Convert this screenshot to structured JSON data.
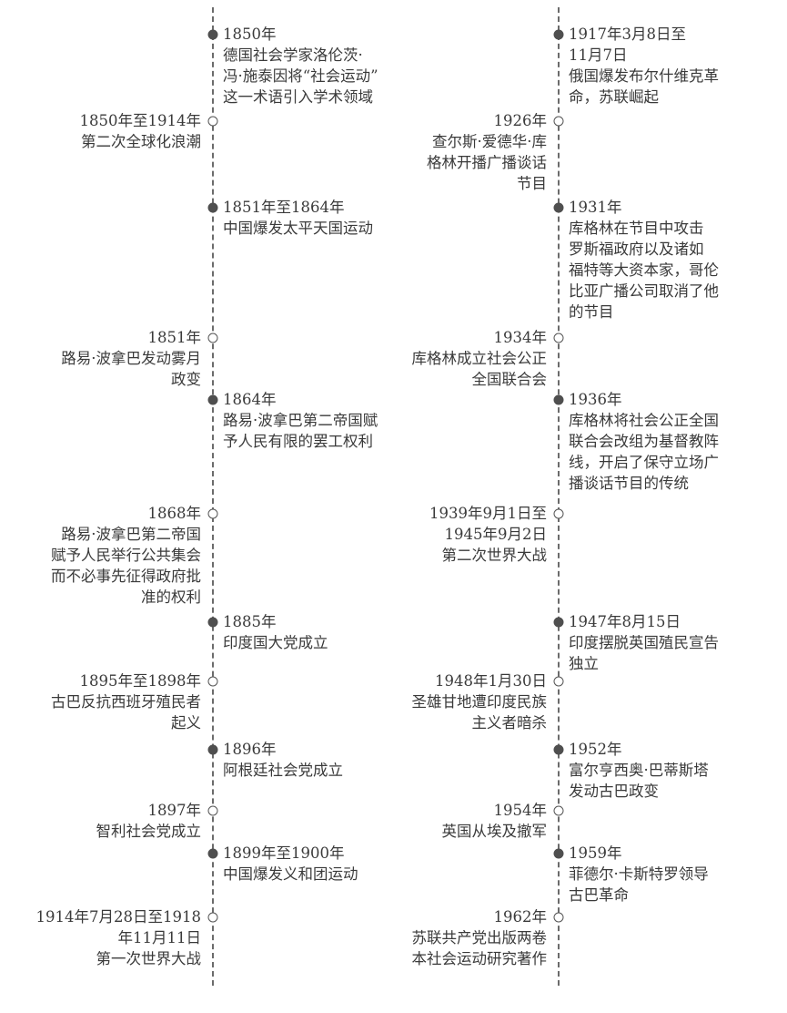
{
  "timeline": {
    "col_a": [
      {
        "side": "r",
        "marker": "f",
        "date": "1850年",
        "text": "德国社会学家洛伦茨·\n冯·施泰因将“社会运动”\n这一术语引入学术领域"
      },
      {
        "side": "l",
        "marker": "o",
        "date": "1850年至1914年",
        "text": "第二次全球化浪潮"
      },
      {
        "side": "r",
        "marker": "f",
        "date": "1851年至1864年",
        "text": "中国爆发太平天国运动"
      },
      {
        "side": "l",
        "marker": "o",
        "date": "1851年",
        "text": "路易·波拿巴发动雾月\n政变"
      },
      {
        "side": "r",
        "marker": "f",
        "date": "1864年",
        "text": "路易·波拿巴第二帝国赋\n予人民有限的罢工权利"
      },
      {
        "side": "l",
        "marker": "o",
        "date": "1868年",
        "text": "路易·波拿巴第二帝国\n赋予人民举行公共集会\n而不必事先征得政府批\n准的权利"
      },
      {
        "side": "r",
        "marker": "f",
        "date": "1885年",
        "text": "印度国大党成立"
      },
      {
        "side": "l",
        "marker": "o",
        "date": "1895年至1898年",
        "text": "古巴反抗西班牙殖民者\n起义"
      },
      {
        "side": "r",
        "marker": "f",
        "date": "1896年",
        "text": "阿根廷社会党成立"
      },
      {
        "side": "l",
        "marker": "o",
        "date": "1897年",
        "text": "智利社会党成立"
      },
      {
        "side": "r",
        "marker": "f",
        "date": "1899年至1900年",
        "text": "中国爆发义和团运动"
      },
      {
        "side": "l",
        "marker": "o",
        "date": "1914年7月28日至1918\n年11月11日",
        "text": "第一次世界大战"
      }
    ],
    "col_b": [
      {
        "side": "r",
        "marker": "f",
        "date": "1917年3月8日至\n11月7日",
        "text": "俄国爆发布尔什维克革\n命，苏联崛起"
      },
      {
        "side": "l",
        "marker": "o",
        "date": "1926年",
        "text": "查尔斯·爱德华·库\n格林开播广播谈话\n节目"
      },
      {
        "side": "r",
        "marker": "f",
        "date": "1931年",
        "text": "库格林在节目中攻击\n罗斯福政府以及诸如\n福特等大资本家，哥伦\n比亚广播公司取消了他\n的节目"
      },
      {
        "side": "l",
        "marker": "o",
        "date": "1934年",
        "text": "库格林成立社会公正\n全国联合会"
      },
      {
        "side": "r",
        "marker": "f",
        "date": "1936年",
        "text": "库格林将社会公正全国\n联合会改组为基督教阵\n线，开启了保守立场广\n播谈话节目的传统"
      },
      {
        "side": "l",
        "marker": "o",
        "date": "1939年9月1日至\n1945年9月2日",
        "text": "第二次世界大战"
      },
      {
        "side": "r",
        "marker": "f",
        "date": "1947年8月15日",
        "text": "印度摆脱英国殖民宣告\n独立"
      },
      {
        "side": "l",
        "marker": "o",
        "date": "1948年1月30日",
        "text": "圣雄甘地遭印度民族\n主义者暗杀"
      },
      {
        "side": "r",
        "marker": "f",
        "date": "1952年",
        "text": "富尔亨西奥·巴蒂斯塔\n发动古巴政变"
      },
      {
        "side": "l",
        "marker": "o",
        "date": "1954年",
        "text": "英国从埃及撤军"
      },
      {
        "side": "r",
        "marker": "f",
        "date": "1959年",
        "text": "菲德尔·卡斯特罗领导\n古巴革命"
      },
      {
        "side": "l",
        "marker": "o",
        "date": "1962年",
        "text": "苏联共产党出版两卷\n本社会运动研究著作"
      }
    ]
  }
}
